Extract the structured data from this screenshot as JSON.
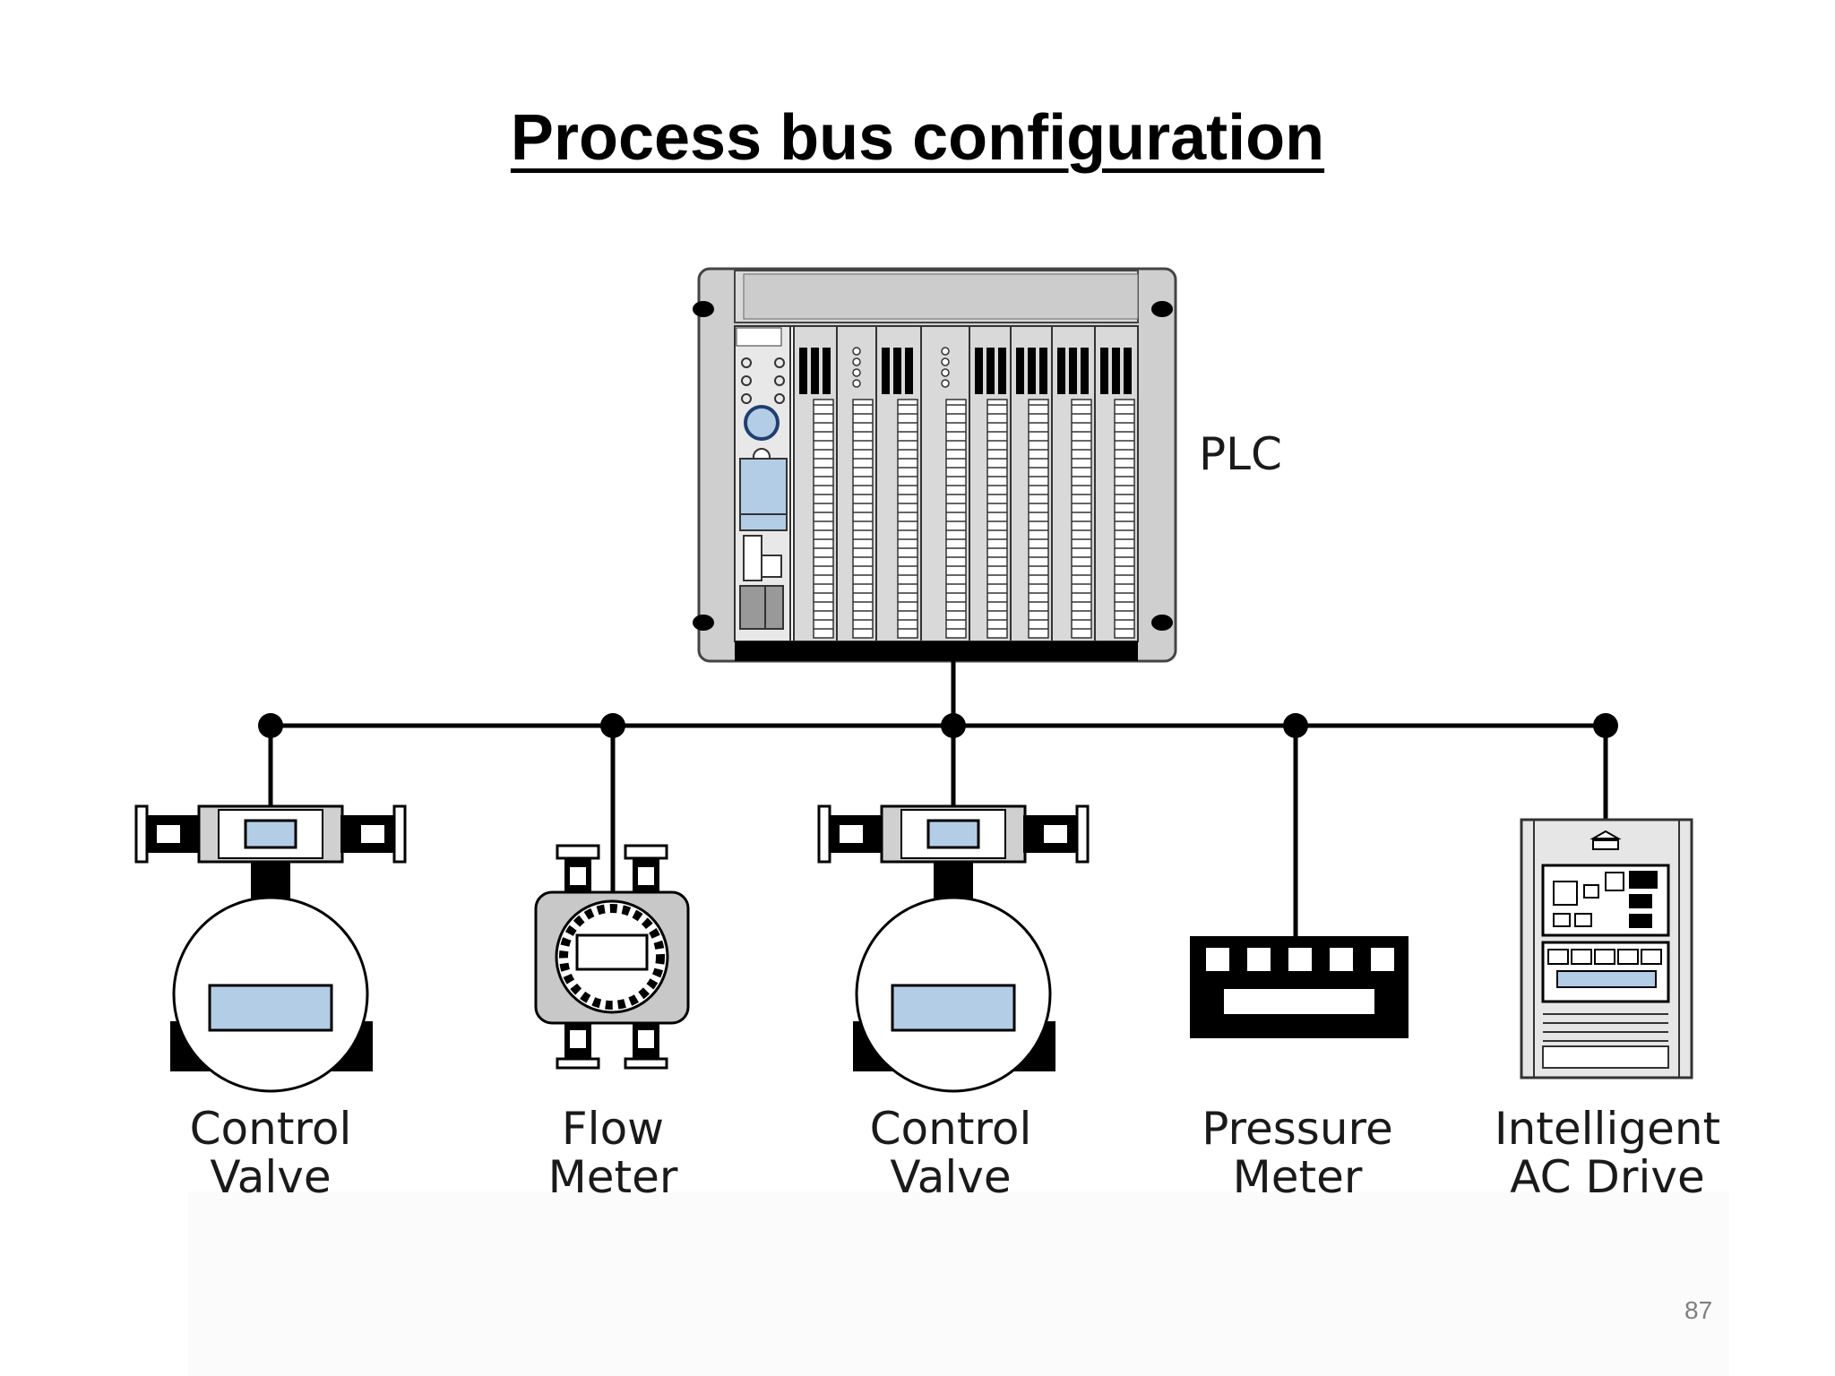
{
  "title": "Process bus configuration",
  "plc": {
    "label": "PLC"
  },
  "devices": [
    {
      "line1": "Control",
      "line2": "Valve"
    },
    {
      "line1": "Flow",
      "line2": "Meter"
    },
    {
      "line1": "Control",
      "line2": "Valve"
    },
    {
      "line1": "Pressure",
      "line2": "Meter"
    },
    {
      "line1": "Intelligent",
      "line2": "AC Drive"
    }
  ],
  "page_number": "87",
  "colors": {
    "display_blue": "#b3cde6",
    "panel_gray": "#c8c8c8",
    "line": "#000000"
  }
}
